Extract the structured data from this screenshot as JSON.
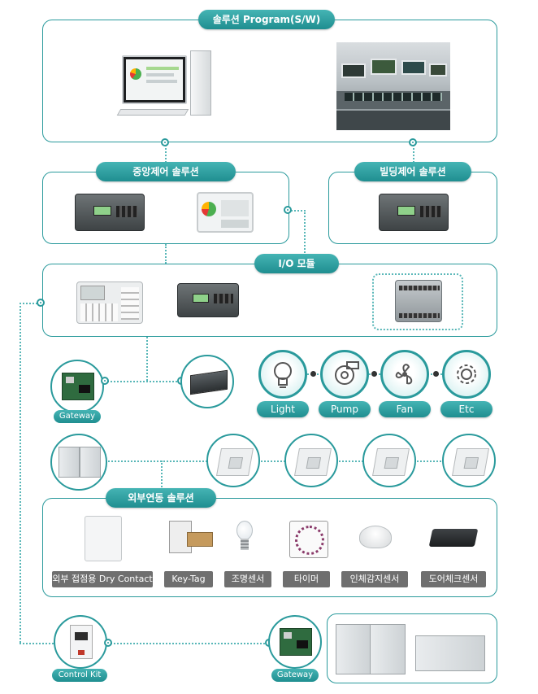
{
  "program": {
    "title": "솔루션 Program(S/W)"
  },
  "central": {
    "title": "중앙제어 솔루션"
  },
  "building": {
    "title": "빌딩제어 솔루션"
  },
  "io": {
    "title": "I/O 모듈"
  },
  "icons": {
    "items": [
      {
        "label": "Light",
        "icon": "light-bulb-icon"
      },
      {
        "label": "Pump",
        "icon": "pump-icon"
      },
      {
        "label": "Fan",
        "icon": "fan-icon"
      },
      {
        "label": "Etc",
        "icon": "gear-icon"
      }
    ]
  },
  "gateway_top": {
    "label": "Gateway"
  },
  "external": {
    "title": "외부연동 솔루션",
    "items": [
      {
        "label": "외부 접점용 Dry Contact"
      },
      {
        "label": "Key-Tag"
      },
      {
        "label": "조명센서"
      },
      {
        "label": "타이머"
      },
      {
        "label": "인체감지센서"
      },
      {
        "label": "도어체크센서"
      }
    ]
  },
  "bottom": {
    "control_kit": "Control Kit",
    "gateway": "Gateway"
  },
  "colors": {
    "accent": "#2a9a9c",
    "label_gray": "#6f6f6f"
  }
}
